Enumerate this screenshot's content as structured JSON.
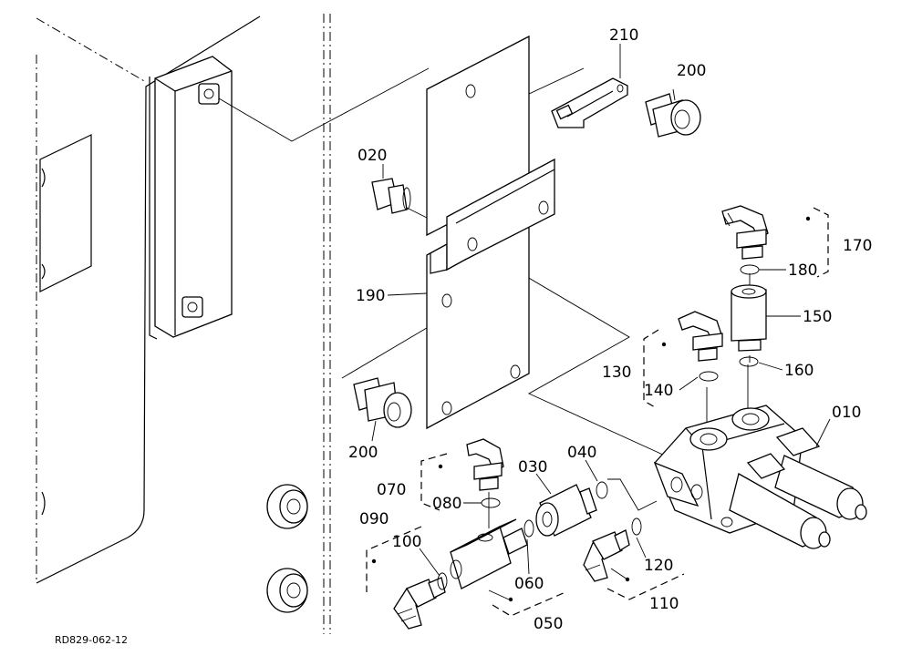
{
  "diagram": {
    "code": "RD829-062-12",
    "callouts": [
      {
        "id": "c010",
        "text": "010"
      },
      {
        "id": "c020",
        "text": "020"
      },
      {
        "id": "c030",
        "text": "030"
      },
      {
        "id": "c040",
        "text": "040"
      },
      {
        "id": "c050",
        "text": "050"
      },
      {
        "id": "c060",
        "text": "060"
      },
      {
        "id": "c070",
        "text": "070"
      },
      {
        "id": "c080",
        "text": "080"
      },
      {
        "id": "c090",
        "text": "090"
      },
      {
        "id": "c100",
        "text": "100"
      },
      {
        "id": "c110",
        "text": "110"
      },
      {
        "id": "c120",
        "text": "120"
      },
      {
        "id": "c130",
        "text": "130"
      },
      {
        "id": "c140",
        "text": "140"
      },
      {
        "id": "c150",
        "text": "150"
      },
      {
        "id": "c160",
        "text": "160"
      },
      {
        "id": "c170",
        "text": "170"
      },
      {
        "id": "c180",
        "text": "180"
      },
      {
        "id": "c190",
        "text": "190"
      },
      {
        "id": "c200a",
        "text": "200"
      },
      {
        "id": "c200b",
        "text": "200"
      },
      {
        "id": "c210",
        "text": "210"
      }
    ]
  }
}
